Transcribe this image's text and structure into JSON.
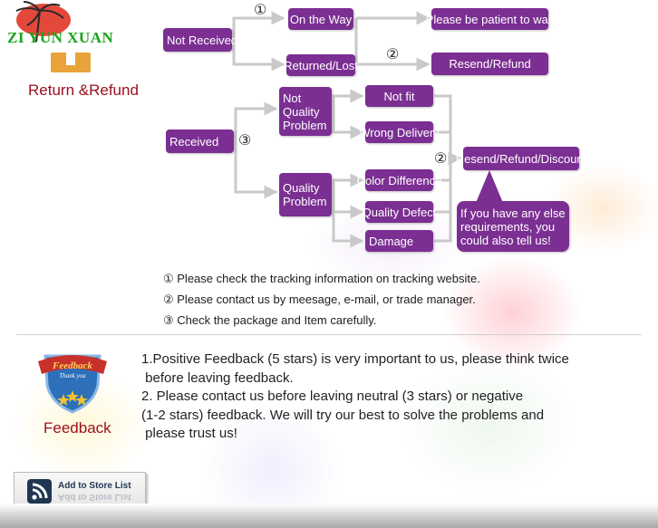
{
  "brand": {
    "name": "ZI YUN XUAN"
  },
  "return_refund": {
    "title": "Return &Refund",
    "nodes": {
      "not_received": "Not Received",
      "on_the_way": "On the Way",
      "please_wait": "Please be patient to wait",
      "returned_lost": "Returned/Lost",
      "resend_refund": "Resend/Refund",
      "received": "Received",
      "not_quality_problem": "Not Quality Problem",
      "not_fit": "Not fit",
      "wrong_delivery": "Wrong Delivery",
      "quality_problem": "Quality Problem",
      "color_difference": "Color Difference",
      "quality_defect": "Quality Defect",
      "damage": "Damage",
      "resend_refund_discount": "Resend/Refund/Discount",
      "other_requirements": "If you have any else requirements, you could also tell us!"
    },
    "markers": {
      "one": "①",
      "two": "②",
      "three": "③"
    },
    "notes": [
      "① Please check the tracking information on tracking website.",
      "② Please contact us by meesage, e-mail, or trade manager.",
      "③ Check the package and Item carefully."
    ]
  },
  "feedback": {
    "badge_text": "Feedback",
    "badge_sub": "Thank you",
    "label": "Feedback",
    "lines": [
      "1.Positive Feedback (5 stars) is very important to us, please think twice",
      " before leaving feedback.",
      "2. Please contact us before leaving neutral (3 stars) or negative",
      "(1-2 stars) feedback. We will try our best to solve the problems and",
      " please trust us!"
    ]
  },
  "store_list": {
    "label": "Add to Store List"
  },
  "colors": {
    "box": "#7b2f92",
    "title": "#9b1020",
    "brand": "#1aa31a",
    "arrow": "#c9c9c9"
  }
}
